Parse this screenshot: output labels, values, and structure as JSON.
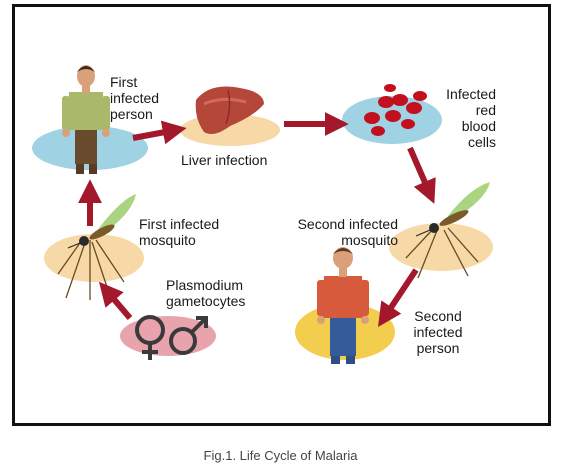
{
  "labels": {
    "first_person": [
      "First",
      "infected",
      "person"
    ],
    "liver": "Liver infection",
    "rbc": [
      "Infected",
      "red",
      "blood",
      "cells"
    ],
    "second_mosquito": [
      "Second infected",
      "mosquito"
    ],
    "first_mosquito": [
      "First infected",
      "mosquito"
    ],
    "gametocytes": [
      "Plasmodium",
      "gametocytes"
    ],
    "second_person": [
      "Second",
      "infected",
      "person"
    ]
  },
  "caption": "Fig.1. Life Cycle of Malaria",
  "colors": {
    "arrow": "#a3182b",
    "platform_blue": "#9fd2e2",
    "platform_orange": "#f6d9a6",
    "platform_pink": "#e8a3ac",
    "platform_yellow": "#f2cd4e",
    "liver": "#b5473a",
    "rbc": "#c2101f",
    "shirt_green": "#a9b86a",
    "shirt_red": "#d75a3c",
    "pants_brown": "#6a4a2c",
    "pants_blue": "#355b9a",
    "mosquito_wing": "#9ccc6a",
    "symbol": "#3a3a3a"
  }
}
